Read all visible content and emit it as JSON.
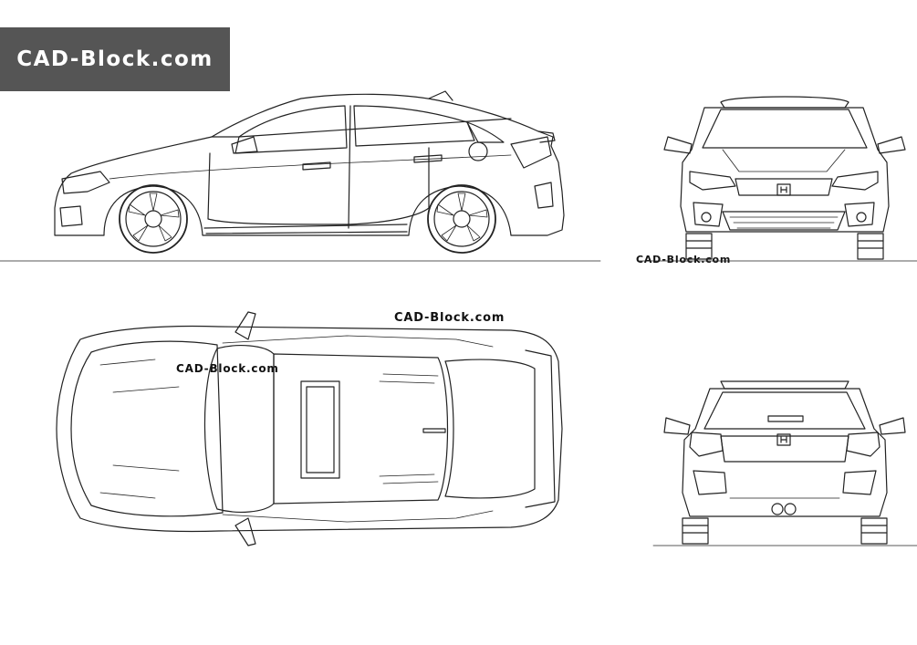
{
  "branding": {
    "logo_text": "CAD-Block.com",
    "watermark_front": "CAD-Block.com",
    "watermark_top_right": "CAD-Block.com",
    "watermark_top_left": "CAD-Block.com"
  },
  "colors": {
    "logo_background": "#555555",
    "logo_text": "#ffffff",
    "line_art": "#222222",
    "background": "#ffffff"
  },
  "views": [
    "side-view",
    "front-view",
    "top-view",
    "rear-view"
  ]
}
